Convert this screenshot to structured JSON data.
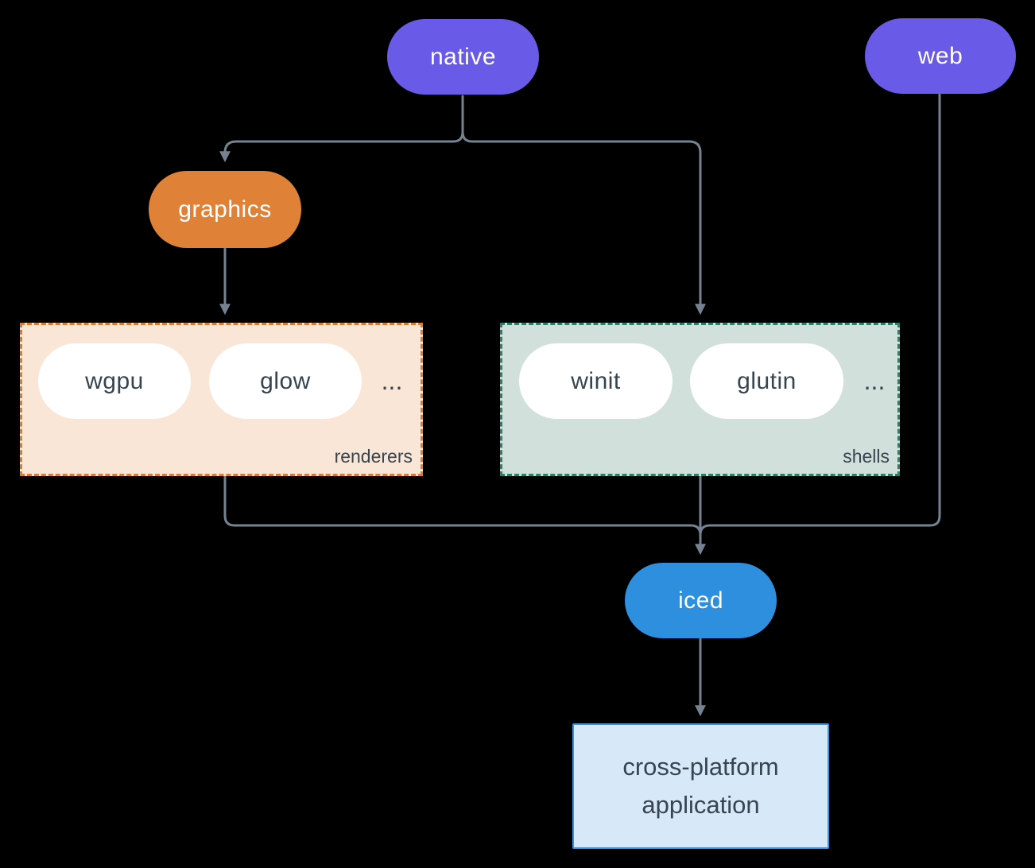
{
  "diagram": {
    "nodes": {
      "native": {
        "label": "native"
      },
      "web": {
        "label": "web"
      },
      "graphics": {
        "label": "graphics"
      },
      "iced": {
        "label": "iced"
      },
      "application": {
        "line1": "cross-platform",
        "line2": "application"
      }
    },
    "groups": {
      "renderers": {
        "label": "renderers",
        "items": [
          "wgpu",
          "glow"
        ],
        "ellipsis": "..."
      },
      "shells": {
        "label": "shells",
        "items": [
          "winit",
          "glutin"
        ],
        "ellipsis": "..."
      }
    }
  },
  "colors": {
    "background": "#000000",
    "purple": "#6A5AE8",
    "orange": "#E08138",
    "orangeBorder": "#E07A2E",
    "peach": "#FAE6D7",
    "tealBorder": "#2B7F6D",
    "mint": "#D2E0DB",
    "blue": "#2D8FDD",
    "appBg": "#D7E8F9",
    "appBorder": "#3793E0",
    "dark": "#36454F",
    "line": "#76828F"
  }
}
